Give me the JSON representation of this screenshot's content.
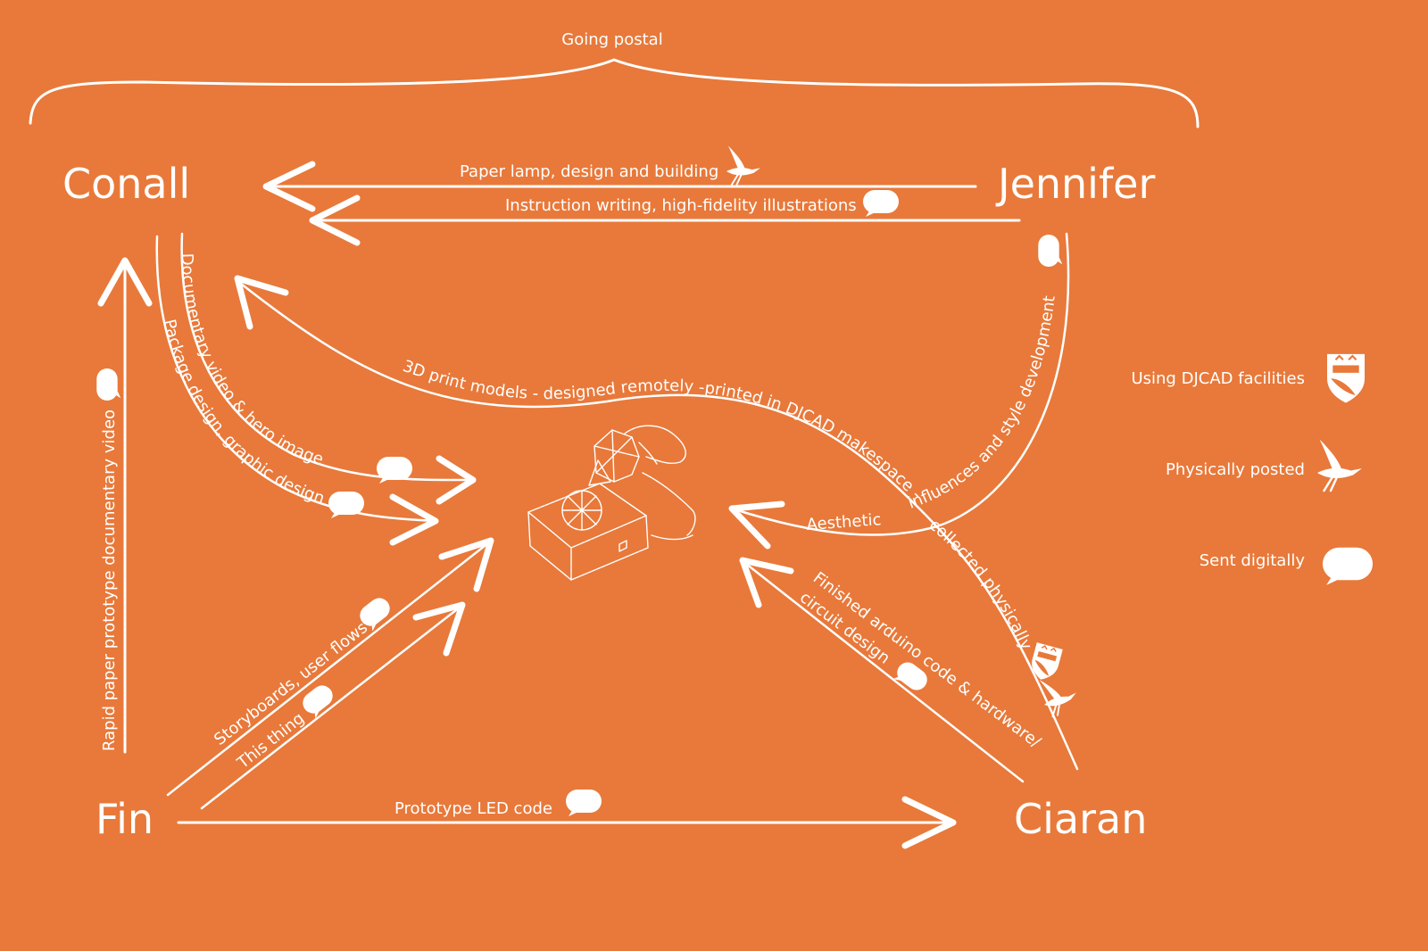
{
  "title": "Going postal",
  "people": {
    "conall": "Conall",
    "jennifer": "Jennifer",
    "fin": "Fin",
    "ciaran": "Ciaran"
  },
  "flows": {
    "paper_lamp": "Paper lamp, design and building",
    "instruction_writing": "Instruction writing, high-fidelity illustrations",
    "documentary_video": "Documentary video & hero image",
    "package_design": "Package design, graphic design",
    "rapid_paper": "Rapid paper prototype documentary video",
    "print_models": "3D print models - designed remotely -printed in DJCAD makespace -",
    "collected_physically": "collected physically",
    "influences": "influences and style development",
    "aesthetic": "Aesthetic",
    "storyboards": "Storyboards, user flows",
    "this_thing": "This thing",
    "finished_arduino": "Finished arduino code & hardware/",
    "circuit_design": "circuit design",
    "prototype_led": "Prototype LED code"
  },
  "legend": {
    "djcad": "Using DJCAD facilities",
    "posted": "Physically posted",
    "digital": "Sent digitally"
  },
  "icons": {
    "djcad": "crest-icon",
    "posted": "bird-icon",
    "digital": "speech-bubble-icon"
  },
  "colors": {
    "background": "#E8793A",
    "foreground": "#FFFFFF"
  }
}
